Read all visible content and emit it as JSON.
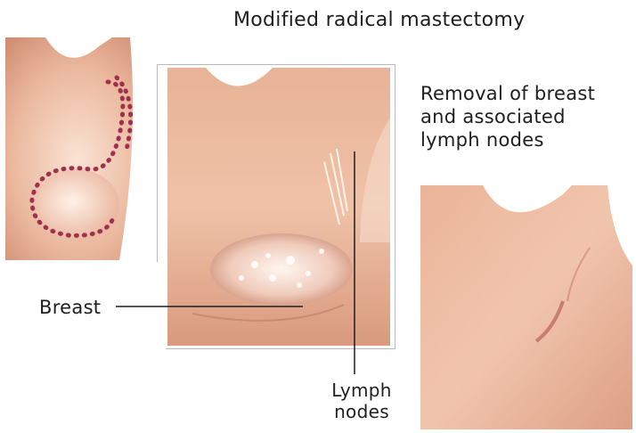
{
  "title": "Modified radical mastectomy",
  "caption": "Removal of breast\nand associated\nlymph nodes",
  "labels": {
    "breast": "Breast",
    "lymph_nodes": "Lymph\nnodes"
  },
  "colors": {
    "skin_light": "#f7d6c2",
    "skin_mid": "#e5ab8f",
    "skin_dark": "#c97e66",
    "incision_dots": "#a0314e",
    "line": "#1e1e1e"
  }
}
